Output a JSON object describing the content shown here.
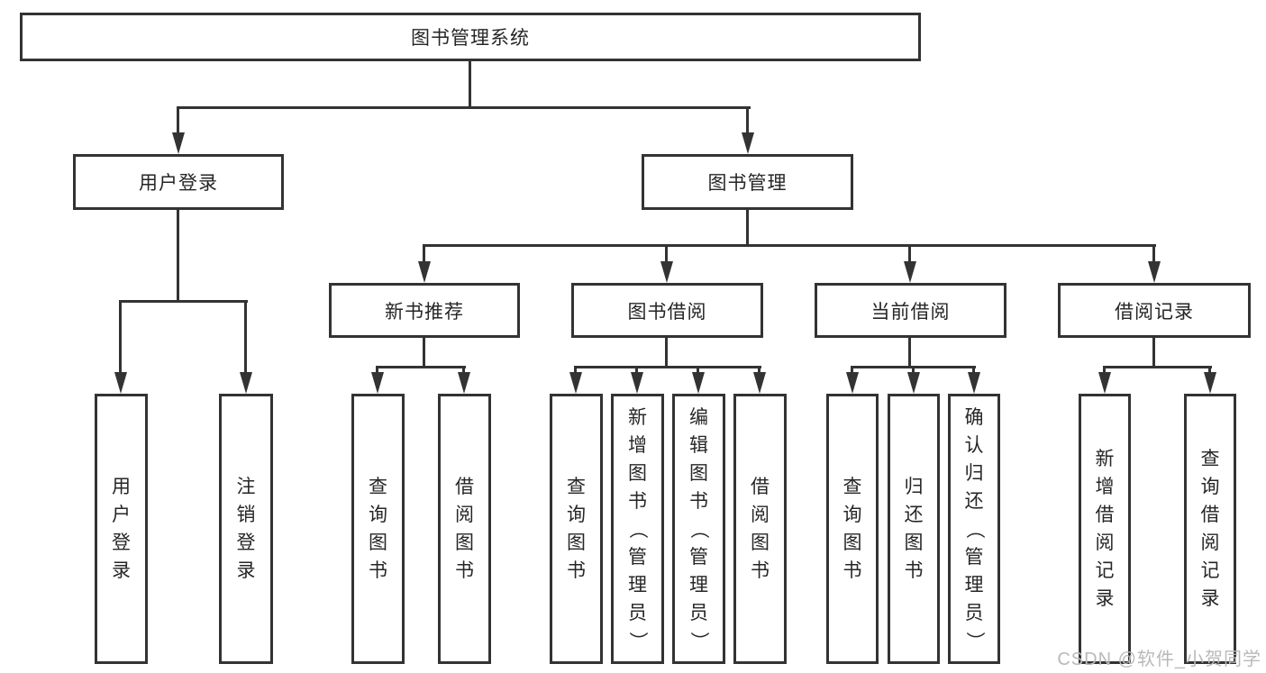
{
  "diagram": {
    "root": {
      "label": "图书管理系统"
    },
    "level2": [
      {
        "id": "user-login",
        "label": "用户登录",
        "children": [
          {
            "label": "用户登录"
          },
          {
            "label": "注销登录"
          }
        ]
      },
      {
        "id": "book-management",
        "label": "图书管理",
        "children": [
          {
            "id": "new-book-recommend",
            "label": "新书推荐",
            "children": [
              {
                "label": "查询图书"
              },
              {
                "label": "借阅图书"
              }
            ]
          },
          {
            "id": "book-borrowing",
            "label": "图书借阅",
            "children": [
              {
                "label": "查询图书"
              },
              {
                "label": "新增图书（管理员）"
              },
              {
                "label": "编辑图书（管理员）"
              },
              {
                "label": "借阅图书"
              }
            ]
          },
          {
            "id": "current-borrowing",
            "label": "当前借阅",
            "children": [
              {
                "label": "查询图书"
              },
              {
                "label": "归还图书"
              },
              {
                "label": "确认归还（管理员）"
              }
            ]
          },
          {
            "id": "borrowing-records",
            "label": "借阅记录",
            "children": [
              {
                "label": "新增借阅记录"
              },
              {
                "label": "查询借阅记录"
              }
            ]
          }
        ]
      }
    ]
  },
  "watermark": {
    "label": "CSDN @软件_小贺同学"
  },
  "colors": {
    "line": "#333333",
    "box_border": "#333333",
    "text": "#262626",
    "background": "#ffffff",
    "watermark": "#b9b9b9"
  }
}
